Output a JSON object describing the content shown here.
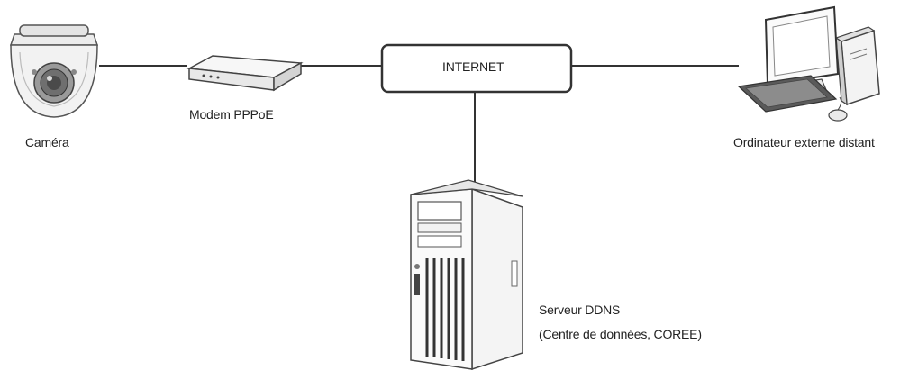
{
  "diagram": {
    "nodes": {
      "camera": {
        "label": "Caméra",
        "icon": "dome-camera-icon"
      },
      "modem": {
        "label": "Modem PPPoE",
        "icon": "modem-icon"
      },
      "internet": {
        "label": "INTERNET",
        "icon": "internet-box"
      },
      "remote_pc": {
        "label": "Ordinateur externe distant",
        "icon": "desktop-computer-icon"
      },
      "ddns_server": {
        "label_line1": "Serveur DDNS",
        "label_line2": "(Centre de données, COREE)",
        "icon": "tower-server-icon"
      }
    },
    "connections": [
      {
        "from": "camera",
        "to": "modem"
      },
      {
        "from": "modem",
        "to": "internet"
      },
      {
        "from": "internet",
        "to": "remote_pc"
      },
      {
        "from": "internet",
        "to": "ddns_server"
      }
    ],
    "colors": {
      "line": "#333333",
      "fill": "#ffffff",
      "shade": "#d9d9d9",
      "dark": "#555555"
    }
  }
}
